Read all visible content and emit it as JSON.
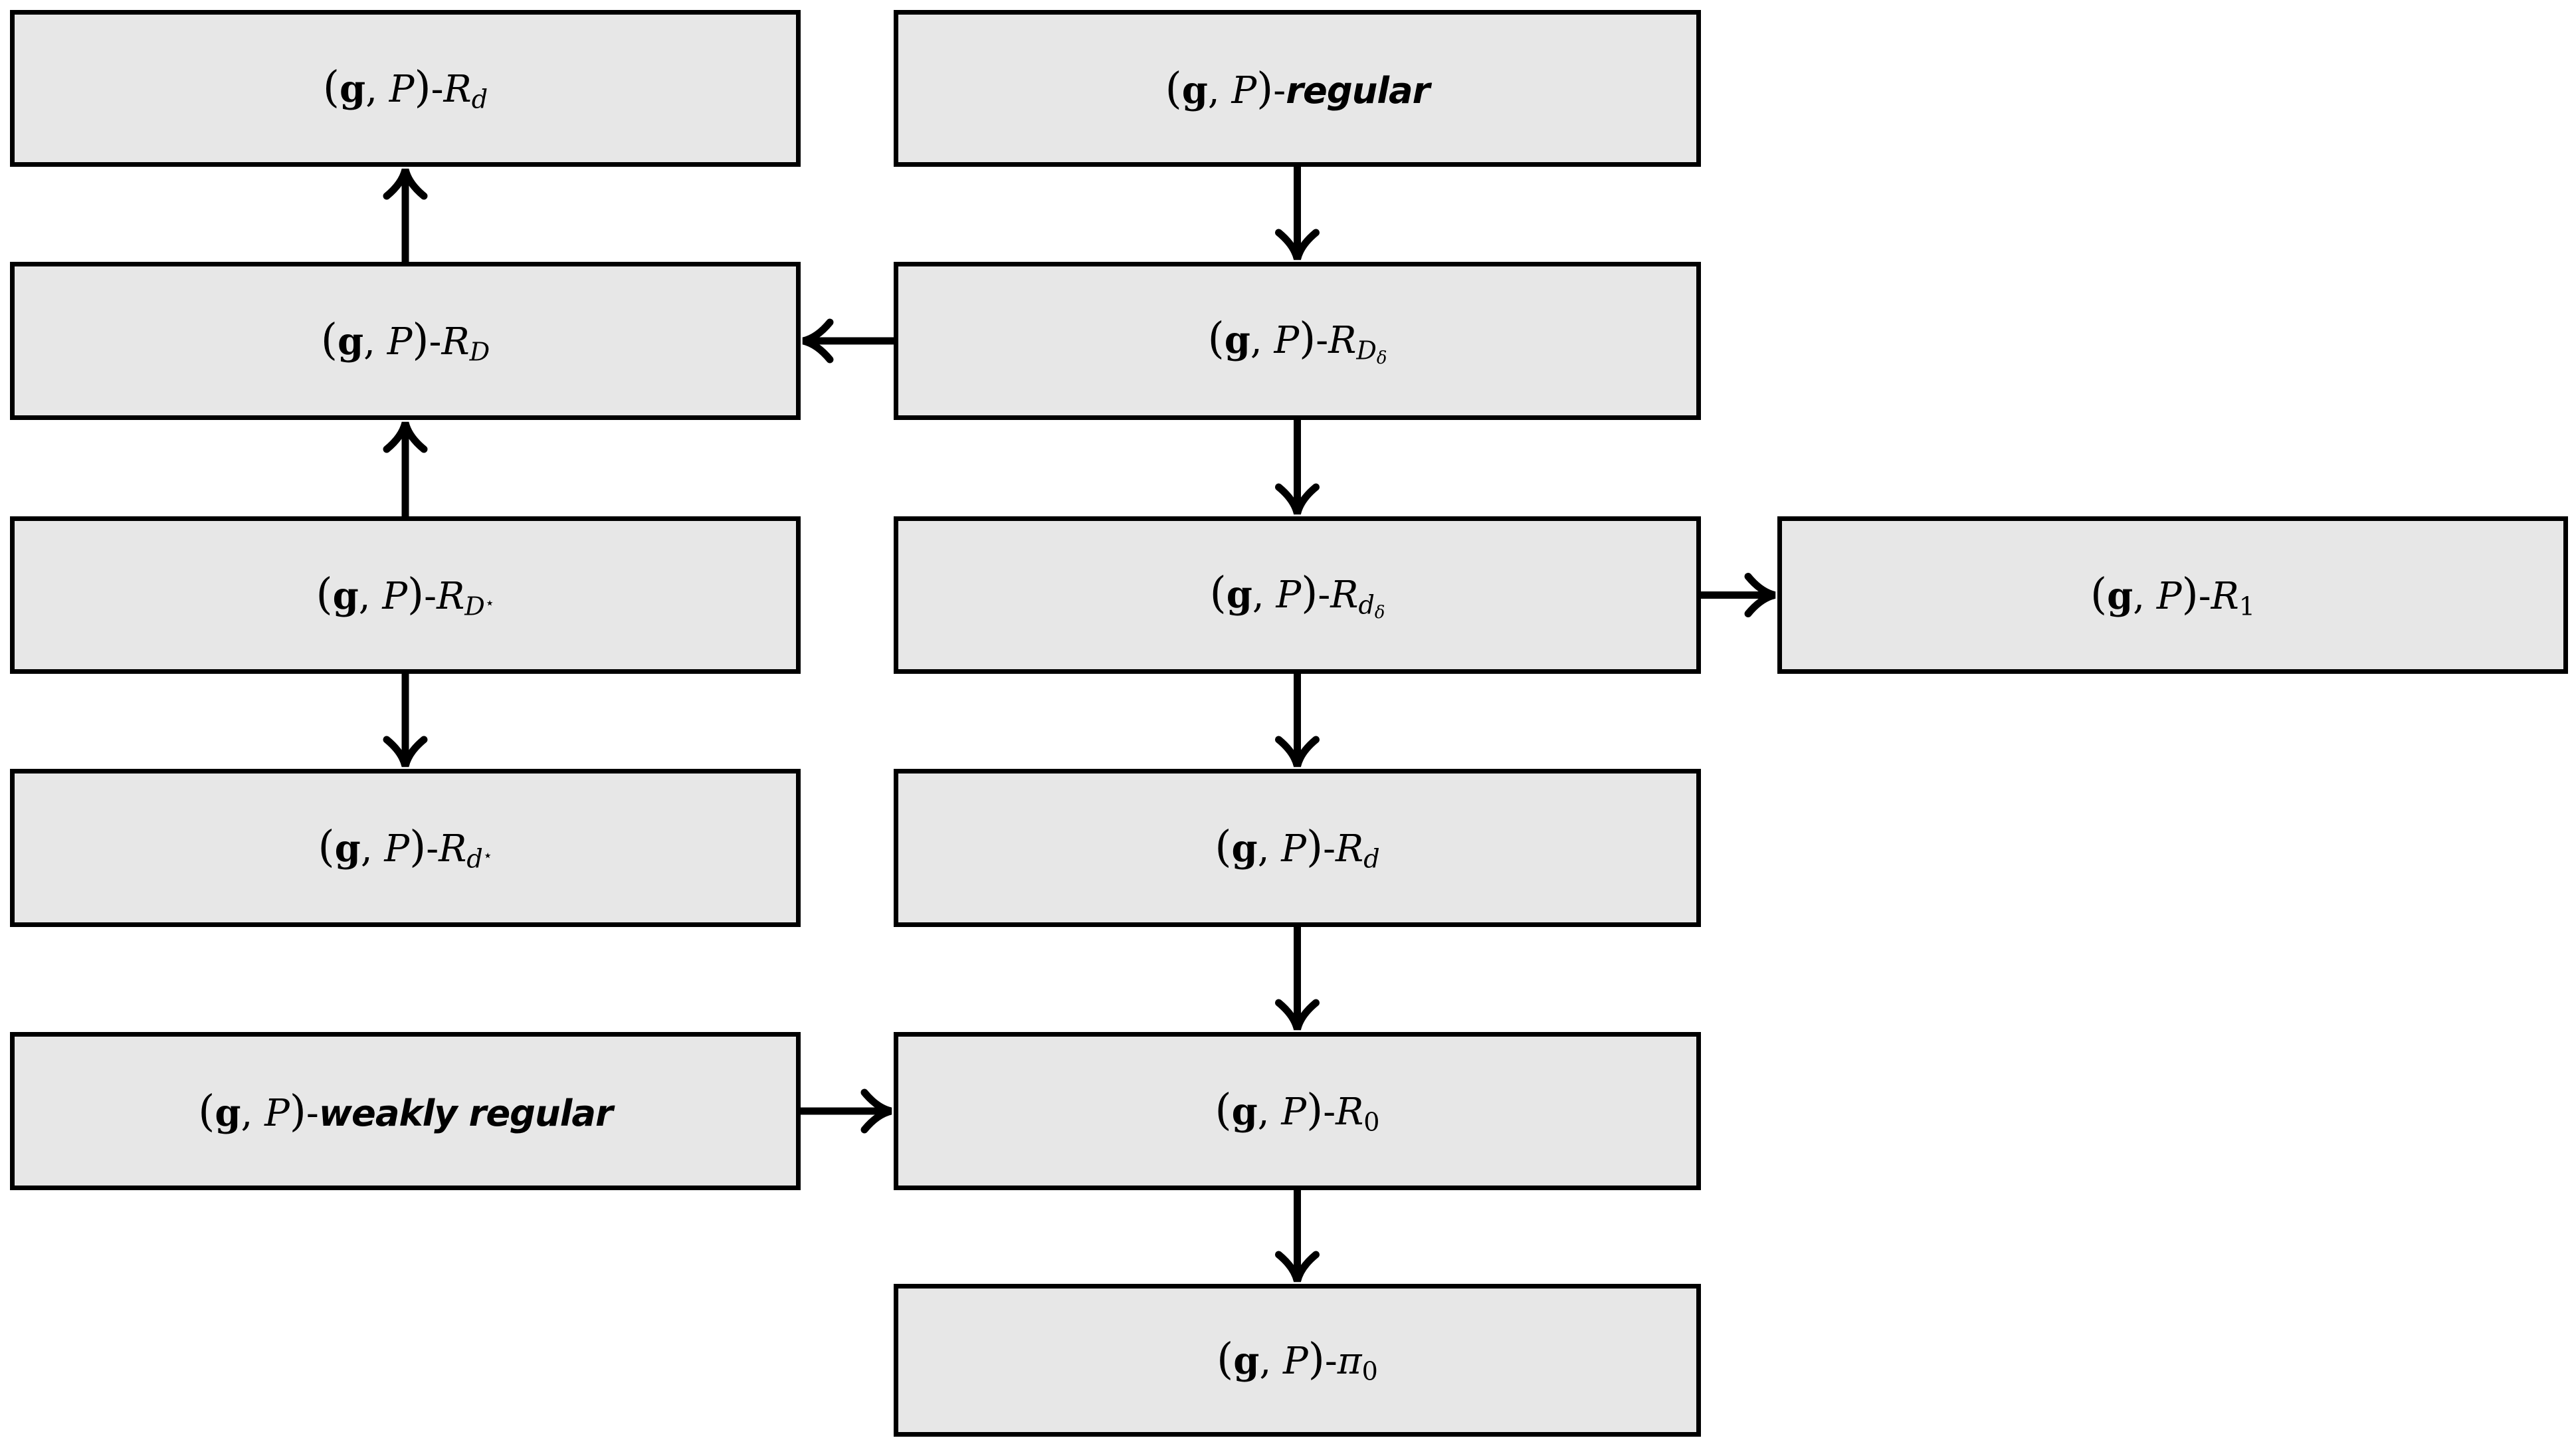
{
  "diagram": {
    "title": "implication diagram of (g,P)-regularity properties",
    "colors": {
      "background": "#ffffff",
      "box_fill": "#e7e7e7",
      "box_border": "#000000",
      "arrow": "#000000"
    },
    "boxes": [
      {
        "id": "L1",
        "name": "node-R-d-left",
        "text": "(𝔤, 𝒫)-R_d",
        "parts": [
          {
            "text": "(",
            "style": "paren"
          },
          {
            "text": "𝔤",
            "style": "frak"
          },
          {
            "text": ", ",
            "style": "plain"
          },
          {
            "text": "𝒫",
            "style": "script"
          },
          {
            "text": ")",
            "style": "paren"
          },
          {
            "text": "-",
            "style": "plain"
          },
          {
            "text": "R",
            "style": "var"
          },
          {
            "text": "d",
            "style": "sub"
          }
        ]
      },
      {
        "id": "L2",
        "name": "node-R-D",
        "text": "(𝔤, 𝒫)-R_D",
        "parts": [
          {
            "text": "(",
            "style": "paren"
          },
          {
            "text": "𝔤",
            "style": "frak"
          },
          {
            "text": ", ",
            "style": "plain"
          },
          {
            "text": "𝒫",
            "style": "script"
          },
          {
            "text": ")",
            "style": "paren"
          },
          {
            "text": "-",
            "style": "plain"
          },
          {
            "text": "R",
            "style": "var"
          },
          {
            "text": "D",
            "style": "sub"
          }
        ]
      },
      {
        "id": "L3",
        "name": "node-R-D-star",
        "text": "(𝔤, 𝒫)-R_{D⋆}",
        "parts": [
          {
            "text": "(",
            "style": "paren"
          },
          {
            "text": "𝔤",
            "style": "frak"
          },
          {
            "text": ", ",
            "style": "plain"
          },
          {
            "text": "𝒫",
            "style": "script"
          },
          {
            "text": ")",
            "style": "paren"
          },
          {
            "text": "-",
            "style": "plain"
          },
          {
            "text": "R",
            "style": "var"
          },
          {
            "text": "D",
            "style": "sub"
          },
          {
            "text": "⋆",
            "style": "substar"
          }
        ]
      },
      {
        "id": "L4",
        "name": "node-R-d-star",
        "text": "(𝔤, 𝒫)-R_{d⋆}",
        "parts": [
          {
            "text": "(",
            "style": "paren"
          },
          {
            "text": "𝔤",
            "style": "frak"
          },
          {
            "text": ", ",
            "style": "plain"
          },
          {
            "text": "𝒫",
            "style": "script"
          },
          {
            "text": ")",
            "style": "paren"
          },
          {
            "text": "-",
            "style": "plain"
          },
          {
            "text": "R",
            "style": "var"
          },
          {
            "text": "d",
            "style": "sub"
          },
          {
            "text": "⋆",
            "style": "substar"
          }
        ]
      },
      {
        "id": "L5",
        "name": "node-weakly-regular",
        "text": "(𝔤, 𝒫)-weakly regular",
        "parts": [
          {
            "text": "(",
            "style": "paren"
          },
          {
            "text": "𝔤",
            "style": "frak"
          },
          {
            "text": ", ",
            "style": "plain"
          },
          {
            "text": "𝒫",
            "style": "script"
          },
          {
            "text": ")",
            "style": "paren"
          },
          {
            "text": "-",
            "style": "plain"
          },
          {
            "text": "weakly regular",
            "style": "bold"
          }
        ]
      },
      {
        "id": "M1",
        "name": "node-regular",
        "text": "(𝔤, 𝒫)-regular",
        "parts": [
          {
            "text": "(",
            "style": "paren"
          },
          {
            "text": "𝔤",
            "style": "frak"
          },
          {
            "text": ", ",
            "style": "plain"
          },
          {
            "text": "𝒫",
            "style": "script"
          },
          {
            "text": ")",
            "style": "paren"
          },
          {
            "text": "-",
            "style": "plain"
          },
          {
            "text": "regular",
            "style": "bold"
          }
        ]
      },
      {
        "id": "M2",
        "name": "node-R-D-delta",
        "text": "(𝔤, 𝒫)-R_{D_δ}",
        "parts": [
          {
            "text": "(",
            "style": "paren"
          },
          {
            "text": "𝔤",
            "style": "frak"
          },
          {
            "text": ", ",
            "style": "plain"
          },
          {
            "text": "𝒫",
            "style": "script"
          },
          {
            "text": ")",
            "style": "paren"
          },
          {
            "text": "-",
            "style": "plain"
          },
          {
            "text": "R",
            "style": "var"
          },
          {
            "text": "D",
            "style": "sub"
          },
          {
            "text": "δ",
            "style": "subsub"
          }
        ]
      },
      {
        "id": "M3",
        "name": "node-R-d-delta",
        "text": "(𝔤, 𝒫)-R_{d_δ}",
        "parts": [
          {
            "text": "(",
            "style": "paren"
          },
          {
            "text": "𝔤",
            "style": "frak"
          },
          {
            "text": ", ",
            "style": "plain"
          },
          {
            "text": "𝒫",
            "style": "script"
          },
          {
            "text": ")",
            "style": "paren"
          },
          {
            "text": "-",
            "style": "plain"
          },
          {
            "text": "R",
            "style": "var"
          },
          {
            "text": "d",
            "style": "sub"
          },
          {
            "text": "δ",
            "style": "subsub"
          }
        ]
      },
      {
        "id": "M4",
        "name": "node-R-d-middle",
        "text": "(𝔤, 𝒫)-R_d",
        "parts": [
          {
            "text": "(",
            "style": "paren"
          },
          {
            "text": "𝔤",
            "style": "frak"
          },
          {
            "text": ", ",
            "style": "plain"
          },
          {
            "text": "𝒫",
            "style": "script"
          },
          {
            "text": ")",
            "style": "paren"
          },
          {
            "text": "-",
            "style": "plain"
          },
          {
            "text": "R",
            "style": "var"
          },
          {
            "text": "d",
            "style": "sub"
          }
        ]
      },
      {
        "id": "M5",
        "name": "node-R-0",
        "text": "(𝔤, 𝒫)-R_0",
        "parts": [
          {
            "text": "(",
            "style": "paren"
          },
          {
            "text": "𝔤",
            "style": "frak"
          },
          {
            "text": ", ",
            "style": "plain"
          },
          {
            "text": "𝒫",
            "style": "script"
          },
          {
            "text": ")",
            "style": "paren"
          },
          {
            "text": "-",
            "style": "plain"
          },
          {
            "text": "R",
            "style": "var"
          },
          {
            "text": "0",
            "style": "subnum"
          }
        ]
      },
      {
        "id": "M6",
        "name": "node-pi-0",
        "text": "(𝔤, 𝒫)-π_0",
        "parts": [
          {
            "text": "(",
            "style": "paren"
          },
          {
            "text": "𝔤",
            "style": "frak"
          },
          {
            "text": ", ",
            "style": "plain"
          },
          {
            "text": "𝒫",
            "style": "script"
          },
          {
            "text": ")",
            "style": "paren"
          },
          {
            "text": "-",
            "style": "plain"
          },
          {
            "text": "π",
            "style": "var"
          },
          {
            "text": "0",
            "style": "subnum"
          }
        ]
      },
      {
        "id": "R1",
        "name": "node-R-1",
        "text": "(𝔤, 𝒫)-R_1",
        "parts": [
          {
            "text": "(",
            "style": "paren"
          },
          {
            "text": "𝔤",
            "style": "frak"
          },
          {
            "text": ", ",
            "style": "plain"
          },
          {
            "text": "𝒫",
            "style": "script"
          },
          {
            "text": ")",
            "style": "paren"
          },
          {
            "text": "-",
            "style": "plain"
          },
          {
            "text": "R",
            "style": "var"
          },
          {
            "text": "1",
            "style": "subnum"
          }
        ]
      }
    ],
    "edges": [
      {
        "from": "L2",
        "to": "L1"
      },
      {
        "from": "L3",
        "to": "L2"
      },
      {
        "from": "L3",
        "to": "L4"
      },
      {
        "from": "M1",
        "to": "M2"
      },
      {
        "from": "M2",
        "to": "M3"
      },
      {
        "from": "M3",
        "to": "M4"
      },
      {
        "from": "M4",
        "to": "M5"
      },
      {
        "from": "M5",
        "to": "M6"
      },
      {
        "from": "M2",
        "to": "L2"
      },
      {
        "from": "M3",
        "to": "R1"
      },
      {
        "from": "L5",
        "to": "M5"
      }
    ]
  }
}
